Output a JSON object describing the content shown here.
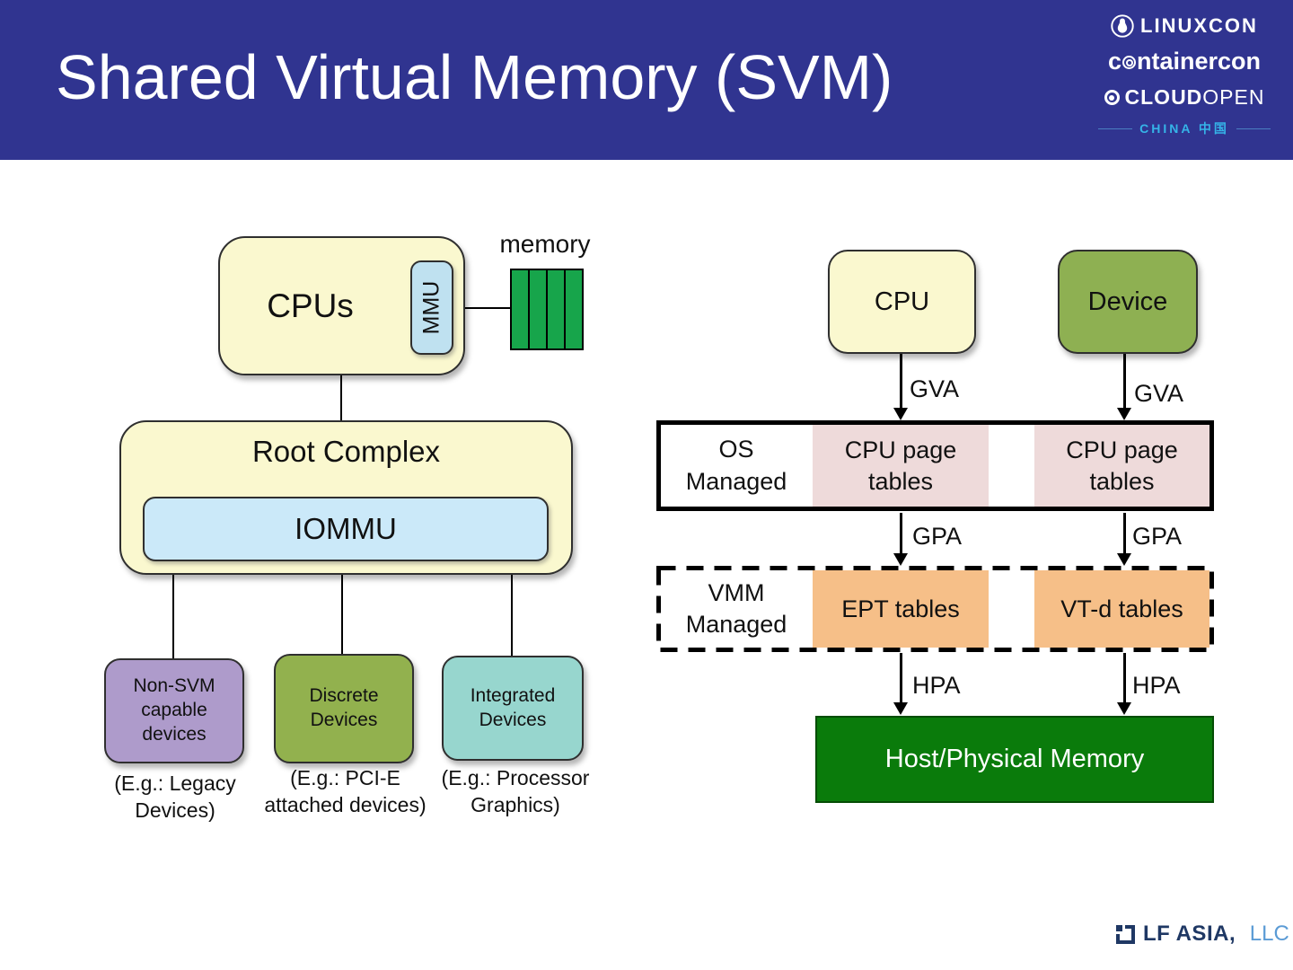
{
  "header": {
    "title": "Shared Virtual Memory (SVM)",
    "logos": {
      "linuxcon": "LINUXCON",
      "containercon_pre": "c",
      "containercon_post": "ntainercon",
      "cloud": "CLOUD",
      "open": "OPEN",
      "china": "CHINA 中国"
    }
  },
  "left_diagram": {
    "cpus": "CPUs",
    "mmu": "MMU",
    "memory": "memory",
    "root_complex": "Root Complex",
    "iommu": "IOMMU",
    "devices": [
      {
        "label": "Non-SVM capable devices",
        "caption": "(E.g.: Legacy Devices)"
      },
      {
        "label": "Discrete Devices",
        "caption": "(E.g.: PCI-E attached devices)"
      },
      {
        "label": "Integrated Devices",
        "caption": "(E.g.: Processor Graphics)"
      }
    ]
  },
  "right_diagram": {
    "cpu": "CPU",
    "device": "Device",
    "gva": "GVA",
    "gpa": "GPA",
    "hpa": "HPA",
    "os_managed": "OS Managed",
    "cpu_page_tables": "CPU page tables",
    "vmm_managed": "VMM Managed",
    "ept_tables": "EPT tables",
    "vtd_tables": "VT-d tables",
    "host_memory": "Host/Physical Memory"
  },
  "footer": {
    "lf_name": "LF ASIA,",
    "lf_suffix": " LLC"
  },
  "colors": {
    "header_bg": "#303490",
    "box_yellow": "#faf8cf",
    "mmu_blue": "#bfe1f0",
    "iommu_blue": "#cbe9f9",
    "box_purple": "#ae9bcb",
    "box_green": "#92b14e",
    "box_teal": "#97d6ce",
    "pink": "#eedada",
    "orange": "#f6bf88",
    "memory_green": "#17a54b",
    "host_green": "#0a7b0b",
    "china_blue": "#35b4e8",
    "lf_navy": "#1f3864",
    "lf_light_blue": "#5b9bd5"
  }
}
